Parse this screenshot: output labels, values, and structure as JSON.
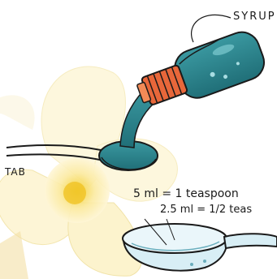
{
  "labels": {
    "syrup": "SYRUP",
    "tab": "TAB",
    "conversion_1": "5 ml = 1 teaspoon",
    "conversion_2": "2.5 ml = 1/2 teas"
  },
  "colors": {
    "background": "#ffffff",
    "flower_petal": "#fdf8d8",
    "flower_center": "#f5d23a",
    "syrup_liquid": "#2f8b8f",
    "bottle_cap": "#e8673a",
    "cup": "#cfe8f0",
    "ink": "#1a1a1a"
  }
}
